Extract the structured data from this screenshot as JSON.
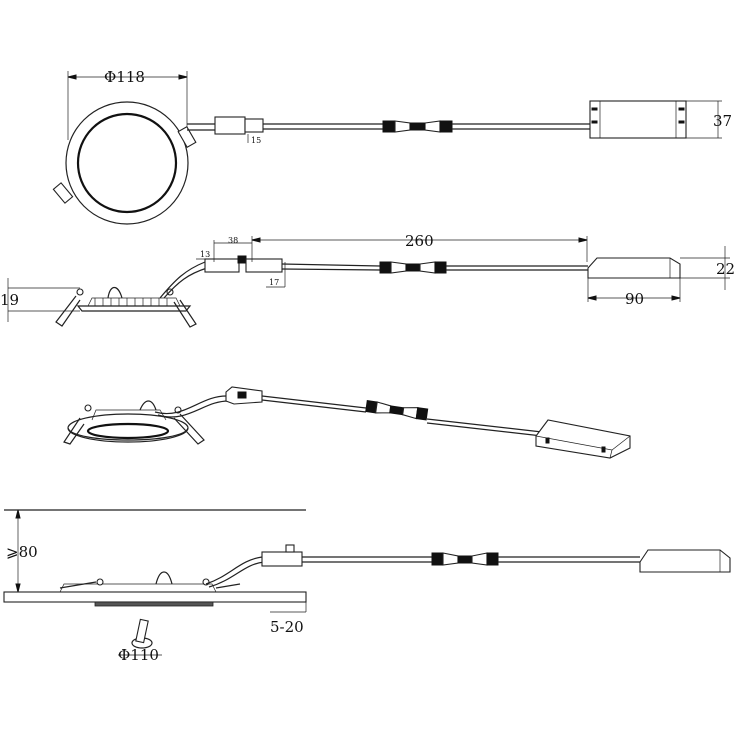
{
  "dimensions": {
    "diameter_top": "Φ118",
    "driver_height_top": "37",
    "connector_offset_top": "15",
    "length_260": "260",
    "connector_38": "38",
    "connector_13": "13",
    "connector_17": "17",
    "driver_height_side": "22",
    "driver_length_side": "90",
    "fixture_height_side": "19",
    "ceiling_clearance": "⩾80",
    "ceiling_thickness": "5-20",
    "cutout_diameter": "Φ110"
  },
  "views": [
    "top-view",
    "side-view",
    "perspective-view",
    "installation-view"
  ]
}
